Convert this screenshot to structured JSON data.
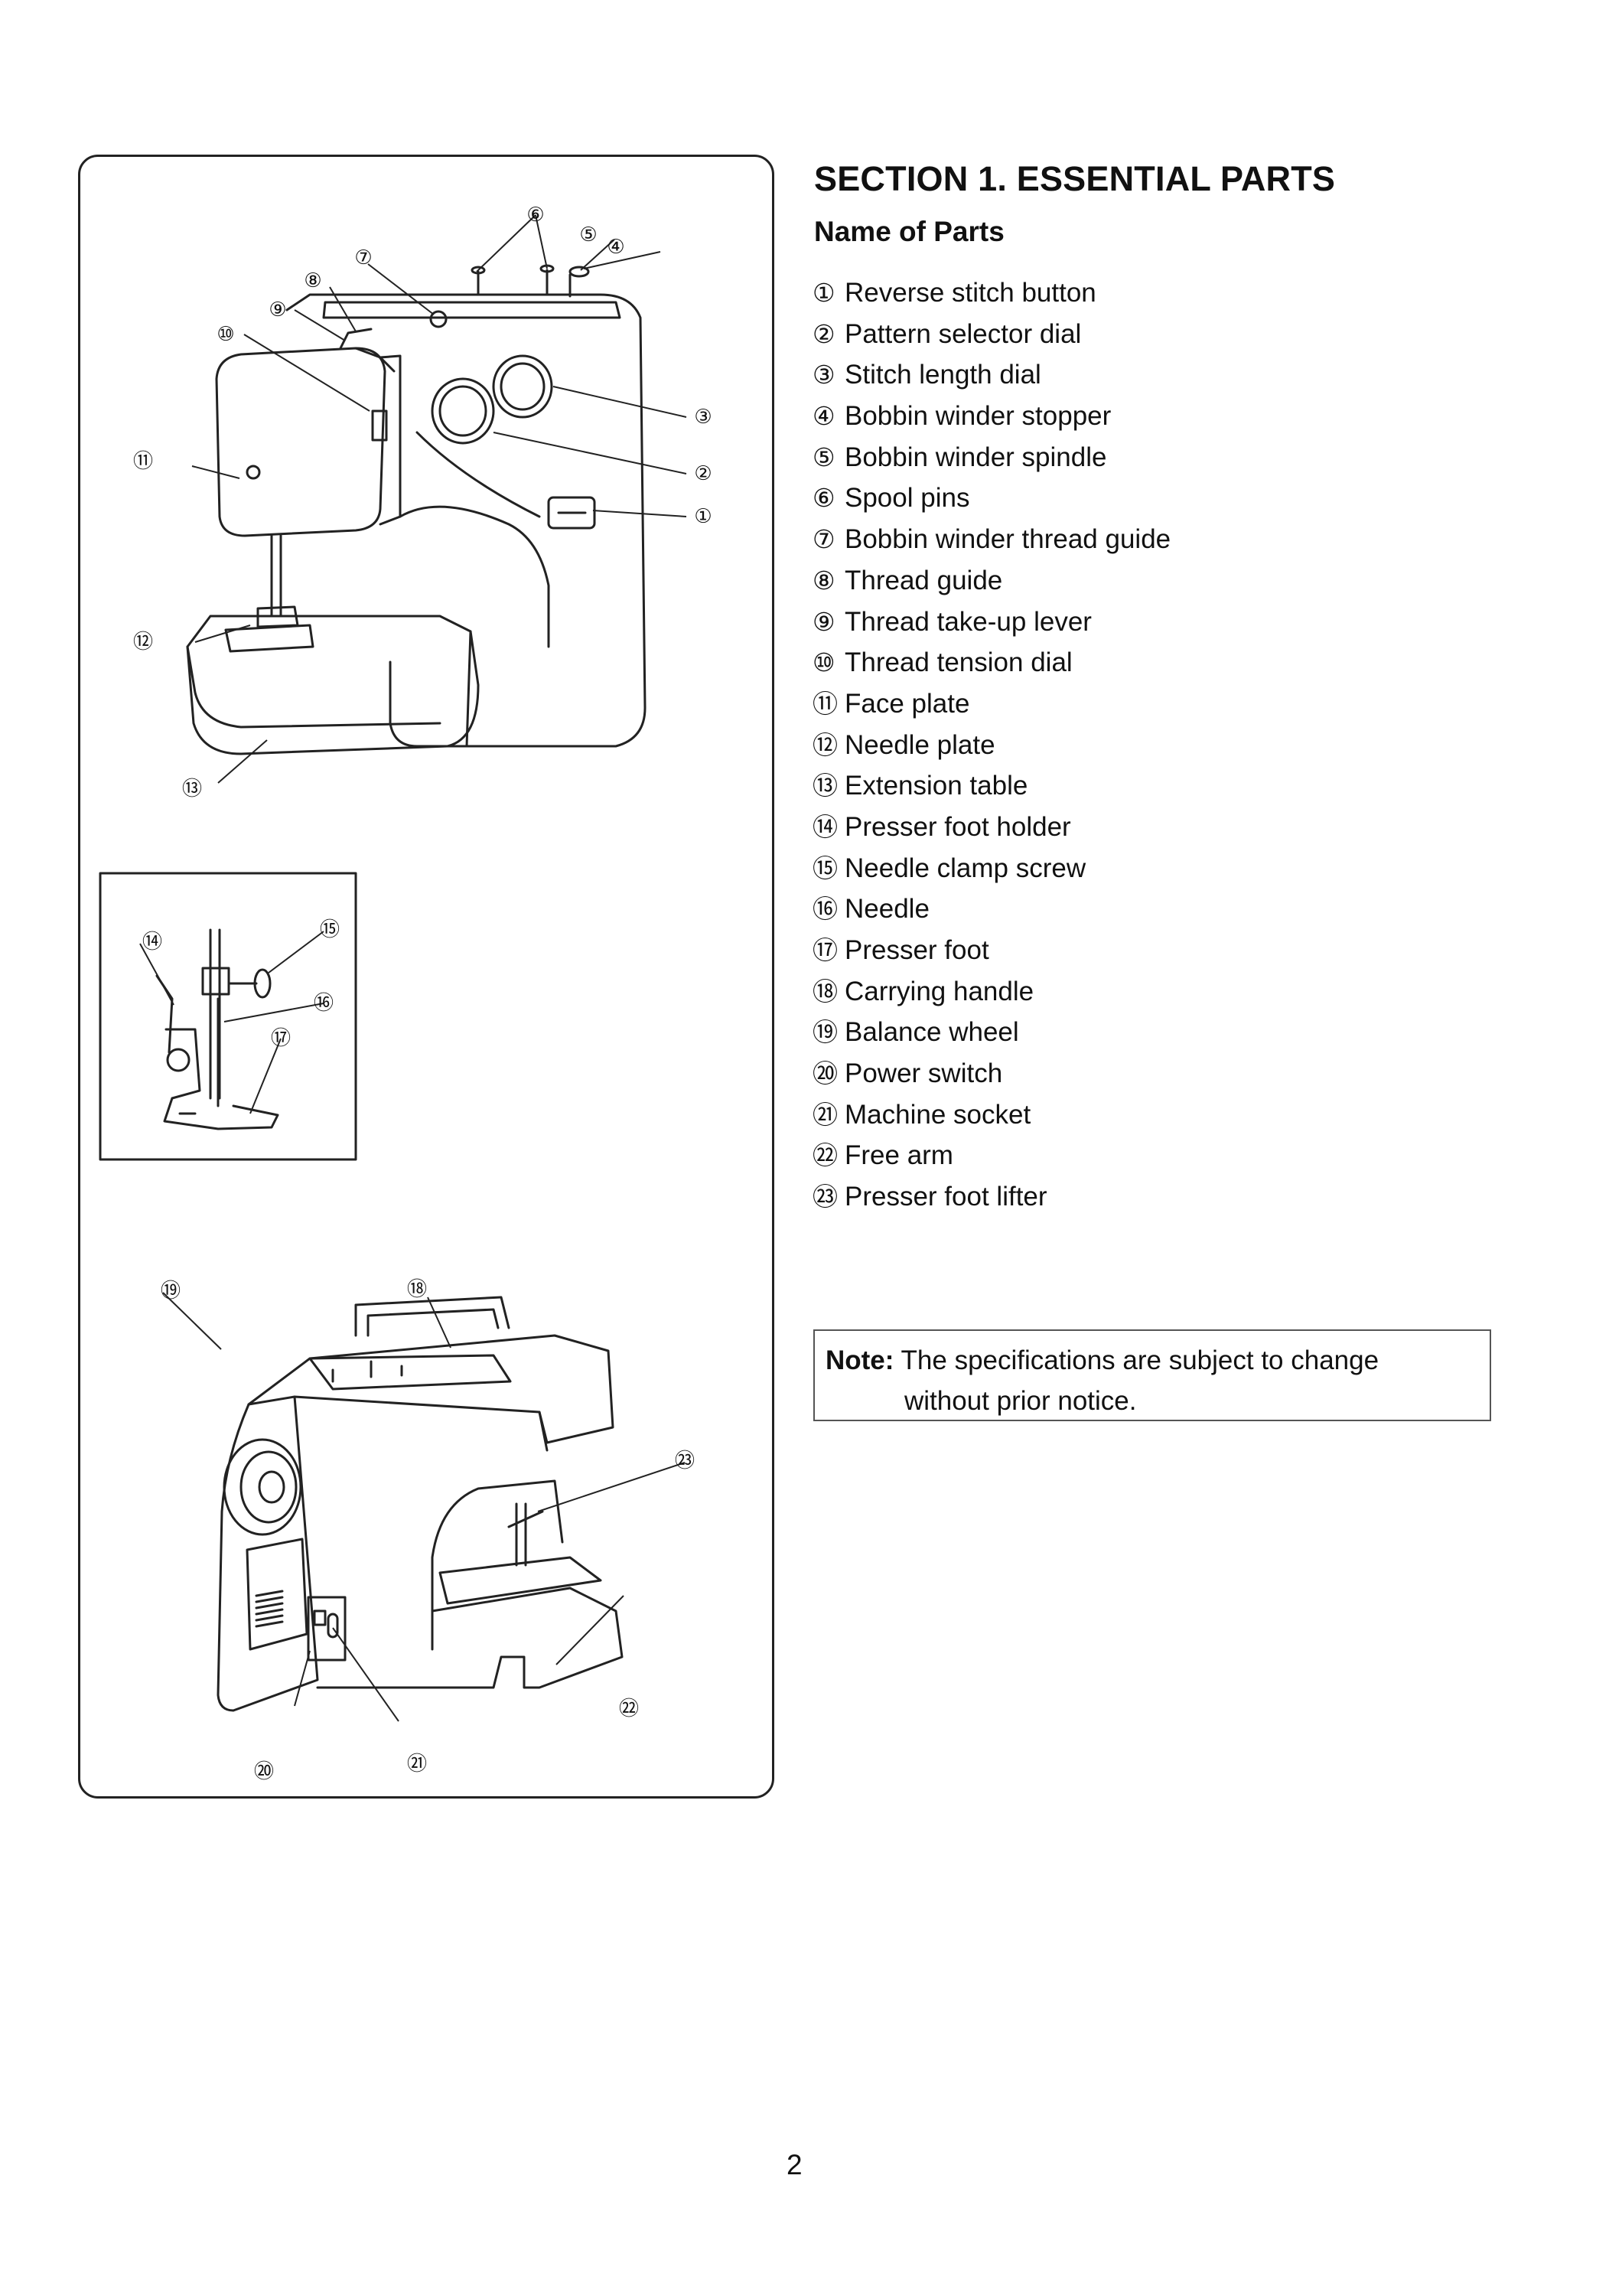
{
  "section_title": "SECTION 1. ESSENTIAL PARTS",
  "subsection_title": "Name of Parts",
  "parts": [
    {
      "num": "①",
      "label": "Reverse stitch button"
    },
    {
      "num": "②",
      "label": "Pattern selector dial"
    },
    {
      "num": "③",
      "label": "Stitch length dial"
    },
    {
      "num": "④",
      "label": "Bobbin winder stopper"
    },
    {
      "num": "⑤",
      "label": "Bobbin winder spindle"
    },
    {
      "num": "⑥",
      "label": "Spool pins"
    },
    {
      "num": "⑦",
      "label": "Bobbin winder thread guide"
    },
    {
      "num": "⑧",
      "label": "Thread guide"
    },
    {
      "num": "⑨",
      "label": "Thread take-up lever"
    },
    {
      "num": "⑩",
      "label": "Thread tension dial"
    },
    {
      "num": "⑪",
      "label": "Face plate"
    },
    {
      "num": "⑫",
      "label": "Needle plate"
    },
    {
      "num": "⑬",
      "label": "Extension table"
    },
    {
      "num": "⑭",
      "label": "Presser foot holder"
    },
    {
      "num": "⑮",
      "label": "Needle clamp screw"
    },
    {
      "num": "⑯",
      "label": "Needle"
    },
    {
      "num": "⑰",
      "label": "Presser foot"
    },
    {
      "num": "⑱",
      "label": "Carrying handle"
    },
    {
      "num": "⑲",
      "label": "Balance wheel"
    },
    {
      "num": "⑳",
      "label": "Power switch"
    },
    {
      "num": "㉑",
      "label": "Machine socket"
    },
    {
      "num": "㉒",
      "label": "Free arm"
    },
    {
      "num": "㉓",
      "label": "Presser foot lifter"
    }
  ],
  "note": {
    "label": "Note:",
    "line1": "The specifications are subject to change",
    "line2": "without prior  notice."
  },
  "page_number": "2",
  "callouts": {
    "c1": "①",
    "c2": "②",
    "c3": "③",
    "c4": "④",
    "c5": "⑤",
    "c6": "⑥",
    "c7": "⑦",
    "c8": "⑧",
    "c9": "⑨",
    "c10": "⑩",
    "c11": "⑪",
    "c12": "⑫",
    "c13": "⑬",
    "c14": "⑭",
    "c15": "⑮",
    "c16": "⑯",
    "c17": "⑰",
    "c18": "⑱",
    "c19": "⑲",
    "c20": "⑳",
    "c21": "㉑",
    "c22": "㉒",
    "c23": "㉓"
  }
}
